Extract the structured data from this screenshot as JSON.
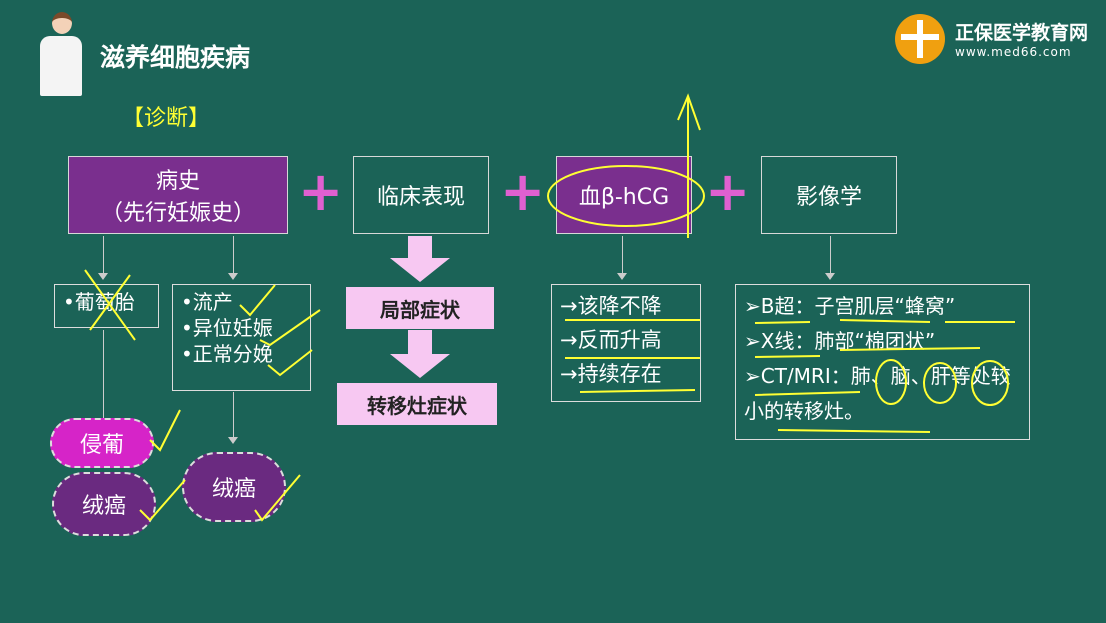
{
  "title": "滋养细胞疾病",
  "subtitle": "【诊断】",
  "logo": {
    "name": "正保医学教育网",
    "url": "www.med66.com"
  },
  "boxes": {
    "history_1": "病史",
    "history_2": "（先行妊娠史）",
    "clinical": "临床表现",
    "hcg": "血β-hCG",
    "imaging": "影像学"
  },
  "plus": "+",
  "history_items": {
    "mole": "•葡萄胎",
    "others": [
      "•流产",
      "•异位妊娠",
      "•正常分娩"
    ]
  },
  "clouds": {
    "invasive": "侵葡",
    "chorio1": "绒癌",
    "chorio2": "绒癌"
  },
  "symptoms": {
    "local": "局部症状",
    "metastatic": "转移灶症状"
  },
  "hcg_items": [
    "→该降不降",
    "→反而升高",
    "→持续存在"
  ],
  "imaging_items": [
    "➢B超：子宫肌层“蜂窝”",
    "➢X线：肺部“棉团状”",
    "➢CT/MRI：肺、脑、肝等处较小的转移灶。"
  ],
  "colors": {
    "bg": "#1b6357",
    "purple": "#7a2f8e",
    "pink": "#f7c8f2",
    "annotation": "#ffff33"
  }
}
